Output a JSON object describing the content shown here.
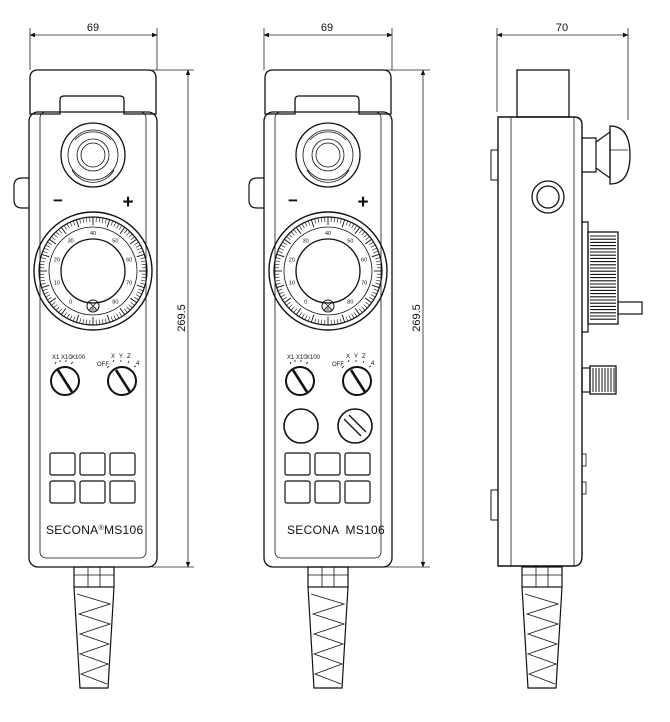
{
  "dimensions": {
    "width_a": "69",
    "width_b": "69",
    "width_c": "70",
    "height_a": "269.5",
    "height_b": "269.5"
  },
  "pendant_a": {
    "brand": "SECONA",
    "registered_mark": "®",
    "model": "MS106",
    "minus_sign": "−",
    "plus_sign": "+",
    "axis_selector_labels": [
      "OFF",
      "X",
      "Y",
      "Z",
      "4"
    ],
    "step_selector_labels": [
      "X1",
      "X10",
      "X100"
    ]
  },
  "pendant_b": {
    "brand": "SECONA",
    "model": "MS106",
    "minus_sign": "−",
    "plus_sign": "+",
    "axis_selector_labels": [
      "OFF",
      "X",
      "Y",
      "Z",
      "4"
    ],
    "step_selector_labels": [
      "X1",
      "X10",
      "X100"
    ]
  },
  "dial_scale": [
    "40",
    "50",
    "60",
    "70",
    "80",
    "90",
    "0",
    "10",
    "20",
    "30"
  ]
}
